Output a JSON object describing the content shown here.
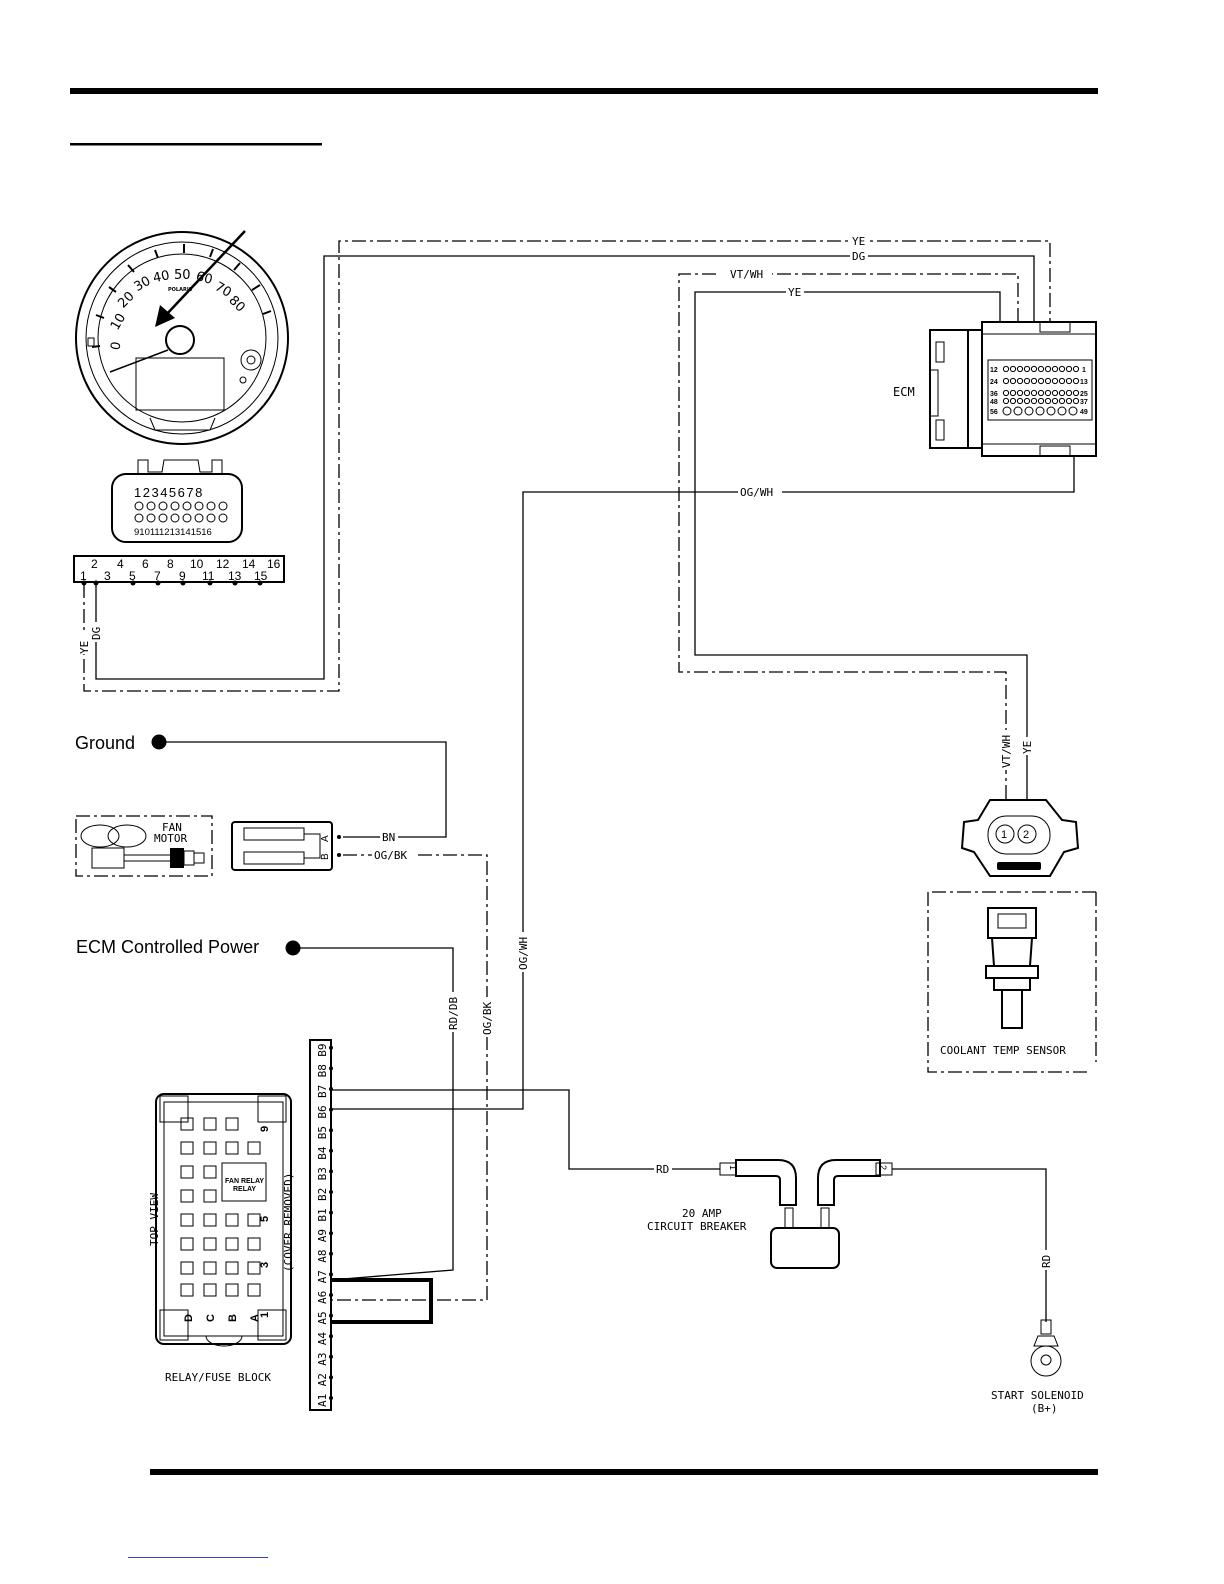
{
  "colors": {
    "ink": "#000000",
    "paper": "#ffffff"
  },
  "icons": [
    "speedometer-icon",
    "arrow-icon",
    "fan-motor-icon",
    "coolant-sensor-icon",
    "circuit-breaker-icon",
    "ring-terminal-icon"
  ],
  "labels": {
    "ground": "Ground",
    "ecm_power": "ECM Controlled Power",
    "ecm": "ECM",
    "fan_motor_line1": "FAN",
    "fan_motor_line2": "MOTOR",
    "coolant_sensor": "COOLANT TEMP SENSOR",
    "breaker_line1": "20 AMP",
    "breaker_line2": "CIRCUIT BREAKER",
    "start_solenoid_line1": "START SOLENOID",
    "start_solenoid_line2": "(B+)",
    "relay_block": "RELAY/FUSE BLOCK",
    "top_view": "TOP VIEW",
    "cover_removed": "(COVER REMOVED)",
    "fan_relay": "FAN RELAY",
    "relay": "RELAY"
  },
  "wires": {
    "ye": "YE",
    "dg": "DG",
    "vt_wh": "VT/WH",
    "og_wh": "OG/WH",
    "bn": "BN",
    "og_bk": "OG/BK",
    "rd_db": "RD/DB",
    "rd": "RD"
  },
  "speedometer": {
    "scale": [
      "0",
      "10",
      "20",
      "30",
      "40",
      "50",
      "60",
      "70",
      "80"
    ],
    "brand": "POLARIS"
  },
  "gauge_connector": {
    "row1": "12345678",
    "row2": "910111213141516",
    "pins_top": [
      "2",
      "4",
      "6",
      "8",
      "10",
      "12",
      "14",
      "16"
    ],
    "pins_bottom": [
      "1",
      "3",
      "5",
      "7",
      "9",
      "11",
      "13",
      "15"
    ]
  },
  "ecm_connector": {
    "row_numbers_left": [
      "12",
      "24",
      "36",
      "48",
      "56"
    ],
    "row_numbers_right": [
      "1",
      "13",
      "25",
      "37",
      "49"
    ]
  },
  "fan_connector": {
    "pin_a": "A",
    "pin_b": "B"
  },
  "sensor_pins": [
    "1",
    "2"
  ],
  "breaker_pins": [
    "1",
    "2"
  ],
  "relay_block_terminals": [
    "A1",
    "A2",
    "A3",
    "A4",
    "A5",
    "A6",
    "A7",
    "A8",
    "A9",
    "B1",
    "B2",
    "B3",
    "B4",
    "B5",
    "B6",
    "B7",
    "B8",
    "B9"
  ],
  "relay_block_letters": [
    "D",
    "C",
    "B",
    "A"
  ],
  "relay_block_numbers": [
    "9",
    "5",
    "3",
    "1"
  ]
}
